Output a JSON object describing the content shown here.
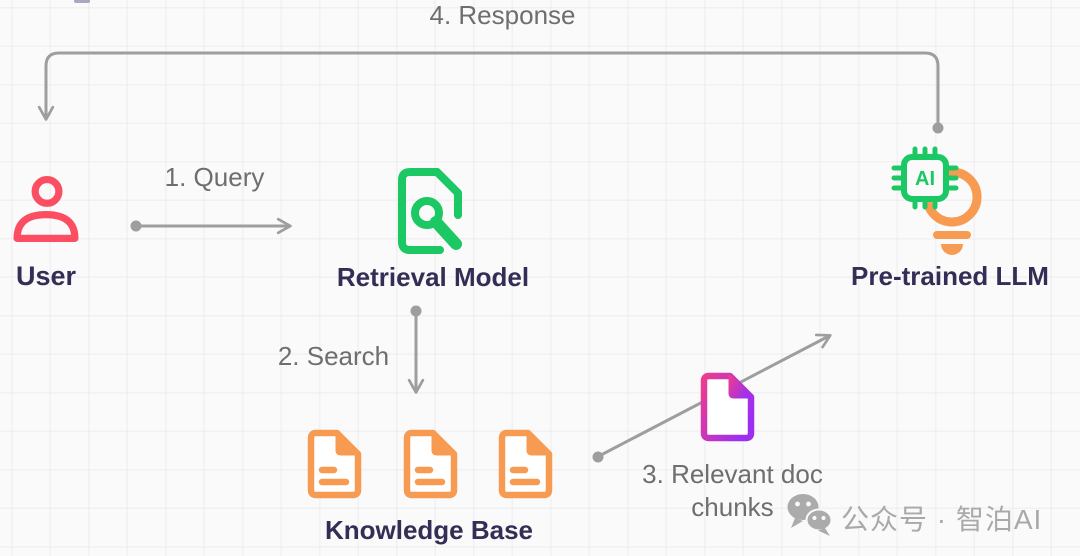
{
  "diagram": {
    "nodes": {
      "user": {
        "label": "User",
        "icon": "person-icon",
        "color": "#FB4E63"
      },
      "retrieval_model": {
        "label": "Retrieval Model",
        "icon": "document-search-icon",
        "color": "#1CC863"
      },
      "knowledge_base": {
        "label": "Knowledge Base",
        "icon": "document-icon",
        "doc_count": 3,
        "color": "#F89B52"
      },
      "pretrained_llm": {
        "label": "Pre-trained LLM",
        "icon": "ai-chip-lightbulb-icon",
        "chip_text": "AI",
        "chip_color": "#1CC863",
        "bulb_color": "#F89B52"
      },
      "doc_chunk": {
        "icon": "document-icon",
        "gradient_start": "#ED3C8E",
        "gradient_end": "#9D30F0"
      }
    },
    "steps": [
      {
        "id": "query",
        "label": "1. Query"
      },
      {
        "id": "search",
        "label": "2. Search"
      },
      {
        "id": "chunks",
        "label_line1": "3. Relevant doc",
        "label_line2": "chunks"
      },
      {
        "id": "response",
        "label": "4. Response"
      }
    ],
    "style": {
      "node_label_color": "#332E55",
      "step_text_color": "#6E6E6E",
      "arrow_color": "#9E9E9E"
    }
  },
  "watermark": {
    "icon": "wechat-icon",
    "text": "公众号 · 智泊AI",
    "color": "#A9A9A9"
  }
}
